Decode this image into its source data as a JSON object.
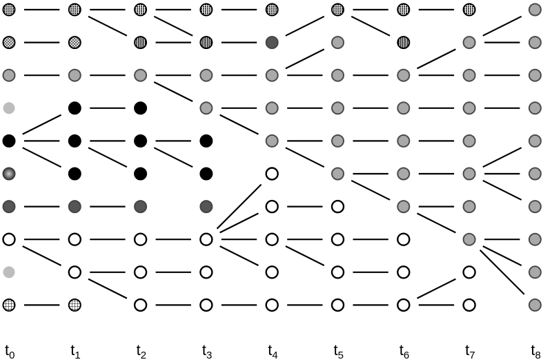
{
  "styles": {
    "dotted": {
      "fill": "#3a3a3a",
      "stroke": "#000000",
      "pattern": "dots"
    },
    "cross": {
      "fill": "#c8c8c8",
      "stroke": "#000000",
      "pattern": "diag-cross"
    },
    "gray": {
      "fill": "#a9a9a9",
      "stroke": "#4a4a4a"
    },
    "lightgray": {
      "fill": "#bdbdbd",
      "stroke": "none"
    },
    "black": {
      "fill": "#000000",
      "stroke": "#000000"
    },
    "radial": {
      "fill": "#6a6a6a",
      "stroke": "#3a3a3a",
      "pattern": "radial"
    },
    "darkgray": {
      "fill": "#555555",
      "stroke": "#444444"
    },
    "white": {
      "fill": "#ffffff",
      "stroke": "#000000"
    },
    "grid": {
      "fill": "#ffffff",
      "stroke": "#000000",
      "pattern": "grid"
    },
    "striped": {
      "fill": "#444444",
      "stroke": "#000000",
      "pattern": "vlines"
    }
  },
  "columns": [
    {
      "label": "t",
      "sub": "0",
      "nodes": [
        {
          "row": 0,
          "style": "dotted"
        },
        {
          "row": 1,
          "style": "cross"
        },
        {
          "row": 2,
          "style": "gray"
        },
        {
          "row": 3,
          "style": "lightgray"
        },
        {
          "row": 4,
          "style": "black"
        },
        {
          "row": 5,
          "style": "radial"
        },
        {
          "row": 6,
          "style": "darkgray"
        },
        {
          "row": 7,
          "style": "white"
        },
        {
          "row": 8,
          "style": "lightgray"
        },
        {
          "row": 9,
          "style": "grid"
        }
      ]
    },
    {
      "label": "t",
      "sub": "1",
      "nodes": [
        {
          "row": 0,
          "style": "dotted"
        },
        {
          "row": 1,
          "style": "cross"
        },
        {
          "row": 2,
          "style": "gray"
        },
        {
          "row": 3,
          "style": "black"
        },
        {
          "row": 4,
          "style": "black"
        },
        {
          "row": 5,
          "style": "black"
        },
        {
          "row": 6,
          "style": "darkgray"
        },
        {
          "row": 7,
          "style": "white"
        },
        {
          "row": 8,
          "style": "white"
        },
        {
          "row": 9,
          "style": "grid"
        }
      ]
    },
    {
      "label": "t",
      "sub": "2",
      "nodes": [
        {
          "row": 0,
          "style": "dotted"
        },
        {
          "row": 1,
          "style": "striped"
        },
        {
          "row": 2,
          "style": "gray"
        },
        {
          "row": 3,
          "style": "black"
        },
        {
          "row": 4,
          "style": "black"
        },
        {
          "row": 5,
          "style": "black"
        },
        {
          "row": 6,
          "style": "darkgray"
        },
        {
          "row": 7,
          "style": "white"
        },
        {
          "row": 8,
          "style": "white"
        },
        {
          "row": 9,
          "style": "white"
        }
      ]
    },
    {
      "label": "t",
      "sub": "3",
      "nodes": [
        {
          "row": 0,
          "style": "dotted"
        },
        {
          "row": 1,
          "style": "striped"
        },
        {
          "row": 2,
          "style": "gray"
        },
        {
          "row": 3,
          "style": "gray"
        },
        {
          "row": 4,
          "style": "black"
        },
        {
          "row": 5,
          "style": "black"
        },
        {
          "row": 6,
          "style": "darkgray"
        },
        {
          "row": 7,
          "style": "white"
        },
        {
          "row": 8,
          "style": "white"
        },
        {
          "row": 9,
          "style": "white"
        }
      ]
    },
    {
      "label": "t",
      "sub": "4",
      "nodes": [
        {
          "row": 0,
          "style": "dotted"
        },
        {
          "row": 1,
          "style": "darkgray"
        },
        {
          "row": 2,
          "style": "gray"
        },
        {
          "row": 3,
          "style": "gray"
        },
        {
          "row": 4,
          "style": "gray"
        },
        {
          "row": 5,
          "style": "white"
        },
        {
          "row": 6,
          "style": "white"
        },
        {
          "row": 7,
          "style": "white"
        },
        {
          "row": 8,
          "style": "white"
        },
        {
          "row": 9,
          "style": "white"
        }
      ]
    },
    {
      "label": "t",
      "sub": "5",
      "nodes": [
        {
          "row": 0,
          "style": "dotted"
        },
        {
          "row": 1,
          "style": "gray"
        },
        {
          "row": 2,
          "style": "gray"
        },
        {
          "row": 3,
          "style": "gray"
        },
        {
          "row": 4,
          "style": "gray"
        },
        {
          "row": 5,
          "style": "gray"
        },
        {
          "row": 6,
          "style": "white"
        },
        {
          "row": 7,
          "style": "white"
        },
        {
          "row": 8,
          "style": "white"
        },
        {
          "row": 9,
          "style": "white"
        }
      ]
    },
    {
      "label": "t",
      "sub": "6",
      "nodes": [
        {
          "row": 0,
          "style": "dotted"
        },
        {
          "row": 1,
          "style": "striped"
        },
        {
          "row": 2,
          "style": "gray"
        },
        {
          "row": 3,
          "style": "gray"
        },
        {
          "row": 4,
          "style": "gray"
        },
        {
          "row": 5,
          "style": "gray"
        },
        {
          "row": 6,
          "style": "gray"
        },
        {
          "row": 7,
          "style": "white"
        },
        {
          "row": 8,
          "style": "white"
        },
        {
          "row": 9,
          "style": "white"
        }
      ]
    },
    {
      "label": "t",
      "sub": "7",
      "nodes": [
        {
          "row": 0,
          "style": "dotted"
        },
        {
          "row": 1,
          "style": "gray"
        },
        {
          "row": 2,
          "style": "gray"
        },
        {
          "row": 3,
          "style": "gray"
        },
        {
          "row": 4,
          "style": "gray"
        },
        {
          "row": 5,
          "style": "gray"
        },
        {
          "row": 6,
          "style": "gray"
        },
        {
          "row": 7,
          "style": "gray"
        },
        {
          "row": 8,
          "style": "white"
        },
        {
          "row": 9,
          "style": "white"
        }
      ]
    },
    {
      "label": "t",
      "sub": "8",
      "nodes": [
        {
          "row": 0,
          "style": "gray"
        },
        {
          "row": 1,
          "style": "gray"
        },
        {
          "row": 2,
          "style": "gray"
        },
        {
          "row": 3,
          "style": "gray"
        },
        {
          "row": 4,
          "style": "gray"
        },
        {
          "row": 5,
          "style": "gray"
        },
        {
          "row": 6,
          "style": "gray"
        },
        {
          "row": 7,
          "style": "gray"
        },
        {
          "row": 8,
          "style": "gray"
        },
        {
          "row": 9,
          "style": "gray"
        }
      ]
    }
  ],
  "edges": [
    {
      "from": [
        0,
        0
      ],
      "to": [
        1,
        0
      ]
    },
    {
      "from": [
        0,
        1
      ],
      "to": [
        1,
        1
      ]
    },
    {
      "from": [
        0,
        2
      ],
      "to": [
        1,
        2
      ]
    },
    {
      "from": [
        0,
        4
      ],
      "to": [
        1,
        3
      ]
    },
    {
      "from": [
        0,
        4
      ],
      "to": [
        1,
        4
      ]
    },
    {
      "from": [
        0,
        4
      ],
      "to": [
        1,
        5
      ]
    },
    {
      "from": [
        0,
        6
      ],
      "to": [
        1,
        6
      ]
    },
    {
      "from": [
        0,
        7
      ],
      "to": [
        1,
        7
      ]
    },
    {
      "from": [
        0,
        7
      ],
      "to": [
        1,
        8
      ]
    },
    {
      "from": [
        0,
        9
      ],
      "to": [
        1,
        9
      ]
    },
    {
      "from": [
        1,
        0
      ],
      "to": [
        2,
        0
      ]
    },
    {
      "from": [
        1,
        0
      ],
      "to": [
        2,
        1
      ]
    },
    {
      "from": [
        1,
        2
      ],
      "to": [
        2,
        2
      ]
    },
    {
      "from": [
        1,
        3
      ],
      "to": [
        2,
        3
      ]
    },
    {
      "from": [
        1,
        4
      ],
      "to": [
        2,
        4
      ]
    },
    {
      "from": [
        1,
        4
      ],
      "to": [
        2,
        5
      ]
    },
    {
      "from": [
        1,
        6
      ],
      "to": [
        2,
        6
      ]
    },
    {
      "from": [
        1,
        7
      ],
      "to": [
        2,
        7
      ]
    },
    {
      "from": [
        1,
        8
      ],
      "to": [
        2,
        8
      ]
    },
    {
      "from": [
        1,
        8
      ],
      "to": [
        2,
        9
      ]
    },
    {
      "from": [
        2,
        0
      ],
      "to": [
        3,
        0
      ]
    },
    {
      "from": [
        2,
        0
      ],
      "to": [
        3,
        1
      ]
    },
    {
      "from": [
        2,
        1
      ],
      "to": [
        3,
        1
      ]
    },
    {
      "from": [
        2,
        2
      ],
      "to": [
        3,
        2
      ]
    },
    {
      "from": [
        2,
        2
      ],
      "to": [
        3,
        3
      ]
    },
    {
      "from": [
        2,
        4
      ],
      "to": [
        3,
        4
      ]
    },
    {
      "from": [
        2,
        4
      ],
      "to": [
        3,
        5
      ]
    },
    {
      "from": [
        2,
        7
      ],
      "to": [
        3,
        7
      ]
    },
    {
      "from": [
        2,
        8
      ],
      "to": [
        3,
        8
      ]
    },
    {
      "from": [
        2,
        9
      ],
      "to": [
        3,
        9
      ]
    },
    {
      "from": [
        3,
        0
      ],
      "to": [
        4,
        0
      ]
    },
    {
      "from": [
        3,
        1
      ],
      "to": [
        4,
        1
      ]
    },
    {
      "from": [
        3,
        2
      ],
      "to": [
        4,
        2
      ]
    },
    {
      "from": [
        3,
        3
      ],
      "to": [
        4,
        3
      ]
    },
    {
      "from": [
        3,
        3
      ],
      "to": [
        4,
        4
      ]
    },
    {
      "from": [
        3,
        7
      ],
      "to": [
        4,
        5
      ]
    },
    {
      "from": [
        3,
        7
      ],
      "to": [
        4,
        6
      ]
    },
    {
      "from": [
        3,
        7
      ],
      "to": [
        4,
        7
      ]
    },
    {
      "from": [
        3,
        7
      ],
      "to": [
        4,
        8
      ]
    },
    {
      "from": [
        3,
        9
      ],
      "to": [
        4,
        9
      ]
    },
    {
      "from": [
        4,
        1
      ],
      "to": [
        5,
        0
      ]
    },
    {
      "from": [
        4,
        2
      ],
      "to": [
        5,
        1
      ]
    },
    {
      "from": [
        4,
        2
      ],
      "to": [
        5,
        2
      ]
    },
    {
      "from": [
        4,
        3
      ],
      "to": [
        5,
        3
      ]
    },
    {
      "from": [
        4,
        4
      ],
      "to": [
        5,
        4
      ]
    },
    {
      "from": [
        4,
        4
      ],
      "to": [
        5,
        5
      ]
    },
    {
      "from": [
        4,
        6
      ],
      "to": [
        5,
        6
      ]
    },
    {
      "from": [
        4,
        7
      ],
      "to": [
        5,
        7
      ]
    },
    {
      "from": [
        4,
        7
      ],
      "to": [
        5,
        8
      ]
    },
    {
      "from": [
        4,
        9
      ],
      "to": [
        5,
        9
      ]
    },
    {
      "from": [
        5,
        0
      ],
      "to": [
        6,
        0
      ]
    },
    {
      "from": [
        5,
        0
      ],
      "to": [
        6,
        1
      ]
    },
    {
      "from": [
        5,
        2
      ],
      "to": [
        6,
        2
      ]
    },
    {
      "from": [
        5,
        3
      ],
      "to": [
        6,
        3
      ]
    },
    {
      "from": [
        5,
        4
      ],
      "to": [
        6,
        4
      ]
    },
    {
      "from": [
        5,
        5
      ],
      "to": [
        6,
        5
      ]
    },
    {
      "from": [
        5,
        5
      ],
      "to": [
        6,
        6
      ]
    },
    {
      "from": [
        5,
        7
      ],
      "to": [
        6,
        7
      ]
    },
    {
      "from": [
        5,
        8
      ],
      "to": [
        6,
        8
      ]
    },
    {
      "from": [
        5,
        9
      ],
      "to": [
        6,
        9
      ]
    },
    {
      "from": [
        6,
        0
      ],
      "to": [
        7,
        0
      ]
    },
    {
      "from": [
        6,
        2
      ],
      "to": [
        7,
        1
      ]
    },
    {
      "from": [
        6,
        2
      ],
      "to": [
        7,
        2
      ]
    },
    {
      "from": [
        6,
        3
      ],
      "to": [
        7,
        3
      ]
    },
    {
      "from": [
        6,
        4
      ],
      "to": [
        7,
        4
      ]
    },
    {
      "from": [
        6,
        5
      ],
      "to": [
        7,
        5
      ]
    },
    {
      "from": [
        6,
        6
      ],
      "to": [
        7,
        6
      ]
    },
    {
      "from": [
        6,
        6
      ],
      "to": [
        7,
        7
      ]
    },
    {
      "from": [
        6,
        9
      ],
      "to": [
        7,
        8
      ]
    },
    {
      "from": [
        6,
        9
      ],
      "to": [
        7,
        9
      ]
    },
    {
      "from": [
        7,
        1
      ],
      "to": [
        8,
        0
      ]
    },
    {
      "from": [
        7,
        1
      ],
      "to": [
        8,
        1
      ]
    },
    {
      "from": [
        7,
        2
      ],
      "to": [
        8,
        2
      ]
    },
    {
      "from": [
        7,
        3
      ],
      "to": [
        8,
        3
      ]
    },
    {
      "from": [
        7,
        5
      ],
      "to": [
        8,
        4
      ]
    },
    {
      "from": [
        7,
        5
      ],
      "to": [
        8,
        5
      ]
    },
    {
      "from": [
        7,
        5
      ],
      "to": [
        8,
        6
      ]
    },
    {
      "from": [
        7,
        7
      ],
      "to": [
        8,
        7
      ]
    },
    {
      "from": [
        7,
        7
      ],
      "to": [
        8,
        8
      ]
    },
    {
      "from": [
        7,
        7
      ],
      "to": [
        8,
        9
      ]
    }
  ]
}
